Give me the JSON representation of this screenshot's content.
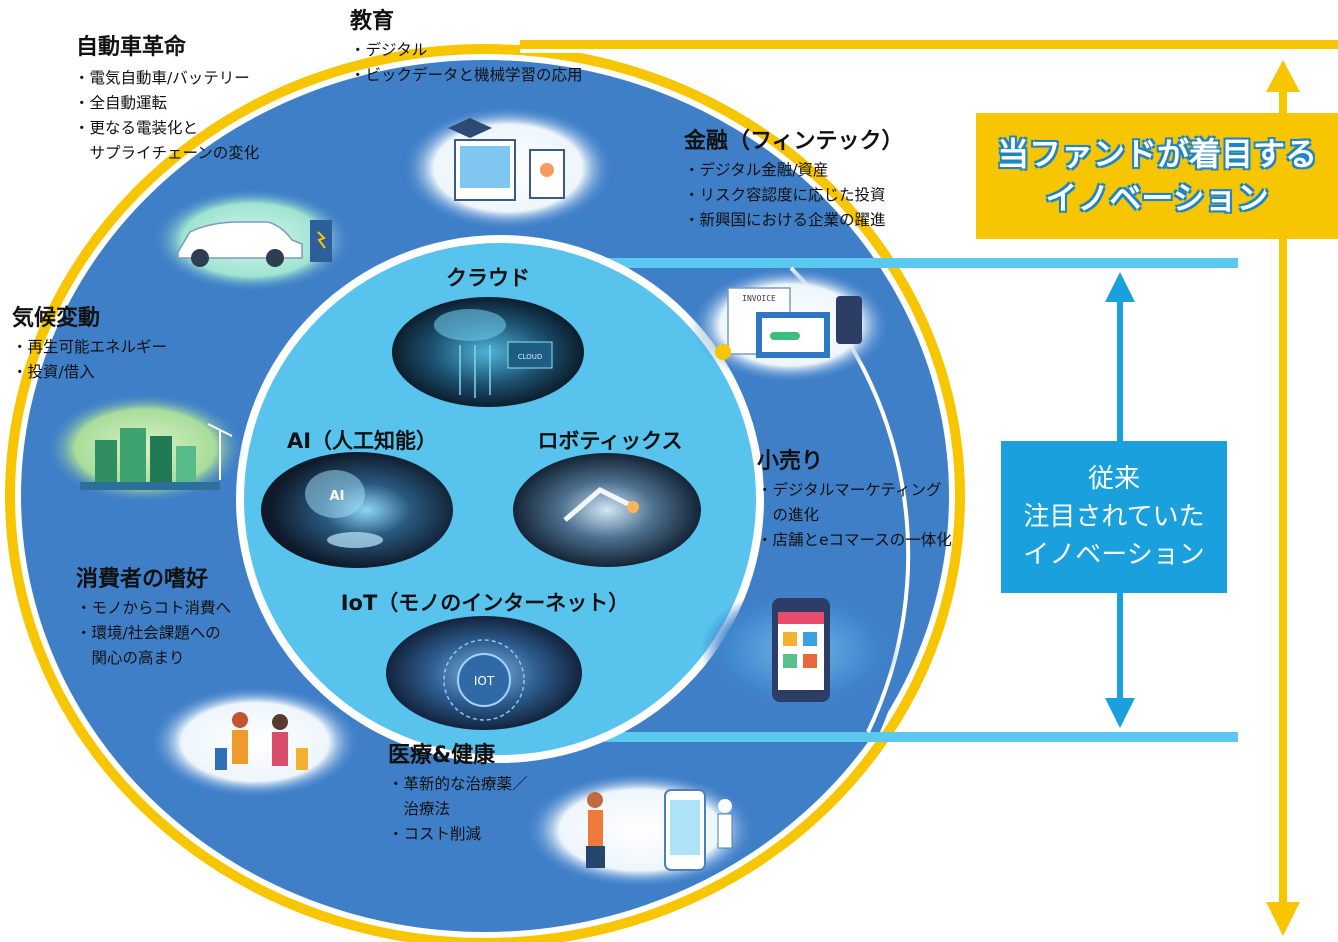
{
  "outer_label": {
    "line1": "当ファンドが着目する",
    "line2": "イノベーション"
  },
  "inner_label": {
    "line1": "従来",
    "line2": "注目されていた",
    "line3": "イノベーション"
  },
  "outer_topics": [
    {
      "id": "auto",
      "title": "自動車革命",
      "items": [
        "・電気自動車/バッテリー",
        "・全自動運転",
        "・更なる電装化と",
        "　サプライチェーンの変化"
      ]
    },
    {
      "id": "edu",
      "title": "教育",
      "items": [
        "・デジタル",
        "・ビックデータと機械学習の応用"
      ]
    },
    {
      "id": "fin",
      "title": "金融（フィンテック）",
      "items": [
        "・デジタル金融/資産",
        "・リスク容認度に応じた投資",
        "・新興国における企業の躍進"
      ]
    },
    {
      "id": "climate",
      "title": "気候変動",
      "items": [
        "・再生可能エネルギー",
        "・投資/借入"
      ]
    },
    {
      "id": "consumer",
      "title": "消費者の嗜好",
      "items": [
        "・モノからコト消費へ",
        "・環境/社会課題への",
        "　関心の高まり"
      ]
    },
    {
      "id": "medical",
      "title": "医療&健康",
      "items": [
        "・革新的な治療薬／",
        "　治療法",
        "・コスト削減"
      ]
    },
    {
      "id": "retail",
      "title": "小売り",
      "items": [
        "・デジタルマーケティング",
        "　の進化",
        "・店舗とeコマースの一体化"
      ]
    }
  ],
  "inner_topics": {
    "cloud": "クラウド",
    "ai": "AI（人工知能）",
    "robotics": "ロボティックス",
    "iot": "IoT（モノのインターネット）"
  },
  "image_text": {
    "invoice": "INVOICE",
    "ai": "AI",
    "iot": "IOT",
    "cloud": "CLOUD"
  },
  "colors": {
    "yellow": "#f7c600",
    "outer_blue": "#3f7fc8",
    "inner_blue": "#58c4ee",
    "line_blue": "#5bc8ef",
    "arrow_blue": "#1aa0dc"
  }
}
